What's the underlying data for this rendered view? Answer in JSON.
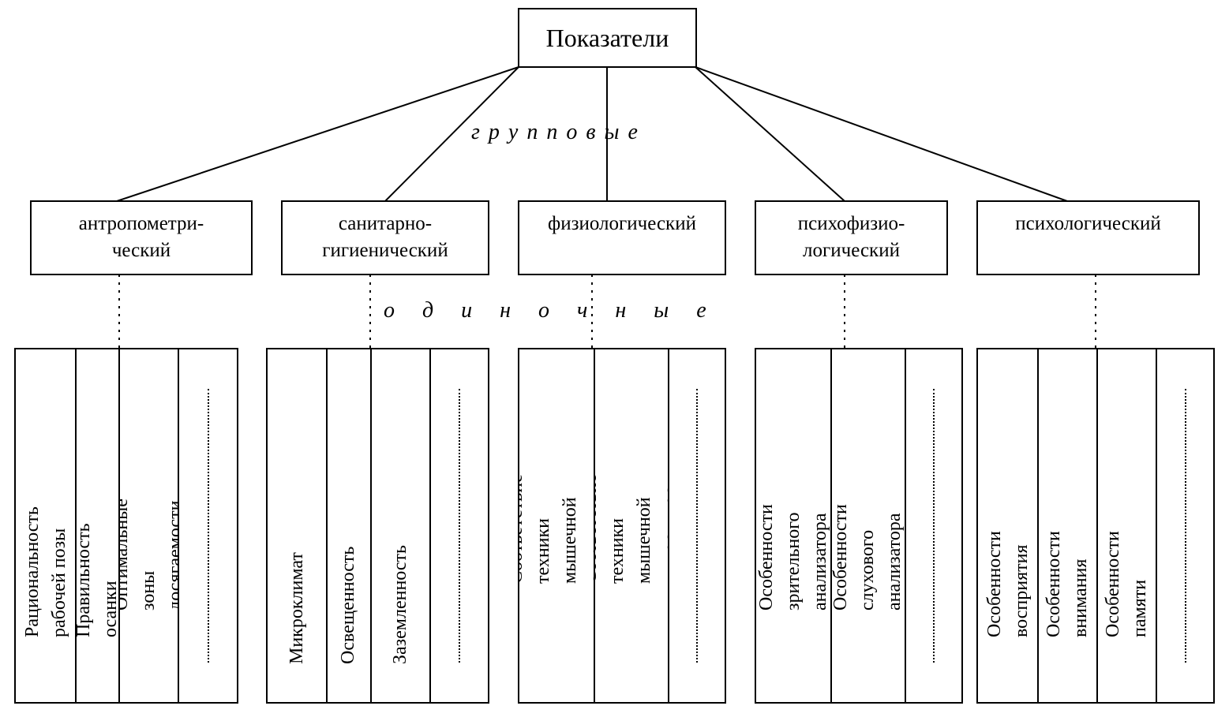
{
  "root": {
    "label": "Показатели"
  },
  "labels": {
    "group": "г р у п п о в ы е",
    "single": "о д и н о ч н ы е"
  },
  "groups": [
    {
      "label": "антропометри-\nческий",
      "items": [
        "Рациональность  рабочей  позы",
        "Правильность осанки",
        "Оптимальные зоны досягаемости",
        ""
      ]
    },
    {
      "label": "санитарно-\nгигиенический",
      "items": [
        "Микроклимат",
        "Освещенность",
        "Заземленность",
        ""
      ]
    },
    {
      "label": "физиологический",
      "items": [
        "Соответствие техники  мышечной\nсиле",
        "Соответствие  техники  мышечной\nвыносливости",
        ""
      ]
    },
    {
      "label": "психофизио-\nлогический",
      "items": [
        "Особенности  зрительного\nанализатора",
        "Особенности  слухового\nанализатора",
        ""
      ]
    },
    {
      "label": "психологический",
      "items": [
        "Особенности восприятия",
        "Особенности  внимания",
        "Особенности  памяти",
        ""
      ]
    }
  ]
}
